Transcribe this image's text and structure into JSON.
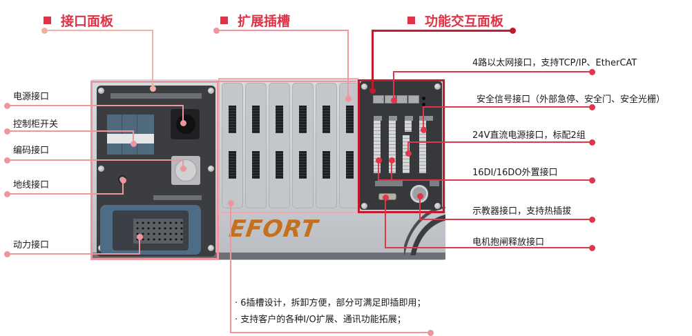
{
  "sections": {
    "interface_panel": {
      "title": "接口面板",
      "color": "#f2b0a0"
    },
    "expansion_slots": {
      "title": "扩展插槽",
      "color": "#f0959d"
    },
    "function_panel": {
      "title": "功能交互面板",
      "color": "#c01a2c"
    }
  },
  "header_accent_color": "#e03147",
  "interface_panel_labels": [
    {
      "id": "power",
      "label": "电源接口"
    },
    {
      "id": "cabinet-switch",
      "label": "控制柜开关"
    },
    {
      "id": "encoder",
      "label": "编码接口"
    },
    {
      "id": "ground",
      "label": "地线接口"
    },
    {
      "id": "motor-power",
      "label": "动力接口"
    }
  ],
  "function_panel_labels": [
    {
      "id": "ethernet",
      "label": "4路以太网接口，支持TCP/IP、EtherCAT"
    },
    {
      "id": "safety",
      "label": "安全信号接口（外部急停、安全门、安全光栅）"
    },
    {
      "id": "dc24v",
      "label": "24V直流电源接口，标配2组"
    },
    {
      "id": "dio",
      "label": "16DI/16DO外置接口"
    },
    {
      "id": "teach-pendant",
      "label": "示教器接口，支持热插拔"
    },
    {
      "id": "brake-release",
      "label": "电机抱闸释放接口"
    }
  ],
  "expansion_notes": [
    "· 6插槽设计，拆卸方便，部分可满足即插即用；",
    "· 支持客户的各种I/O扩展、通讯功能拓展；"
  ],
  "cabinet": {
    "brand_logo": "EFORT",
    "slot_count": 6,
    "logo_color": "#c3701f"
  }
}
